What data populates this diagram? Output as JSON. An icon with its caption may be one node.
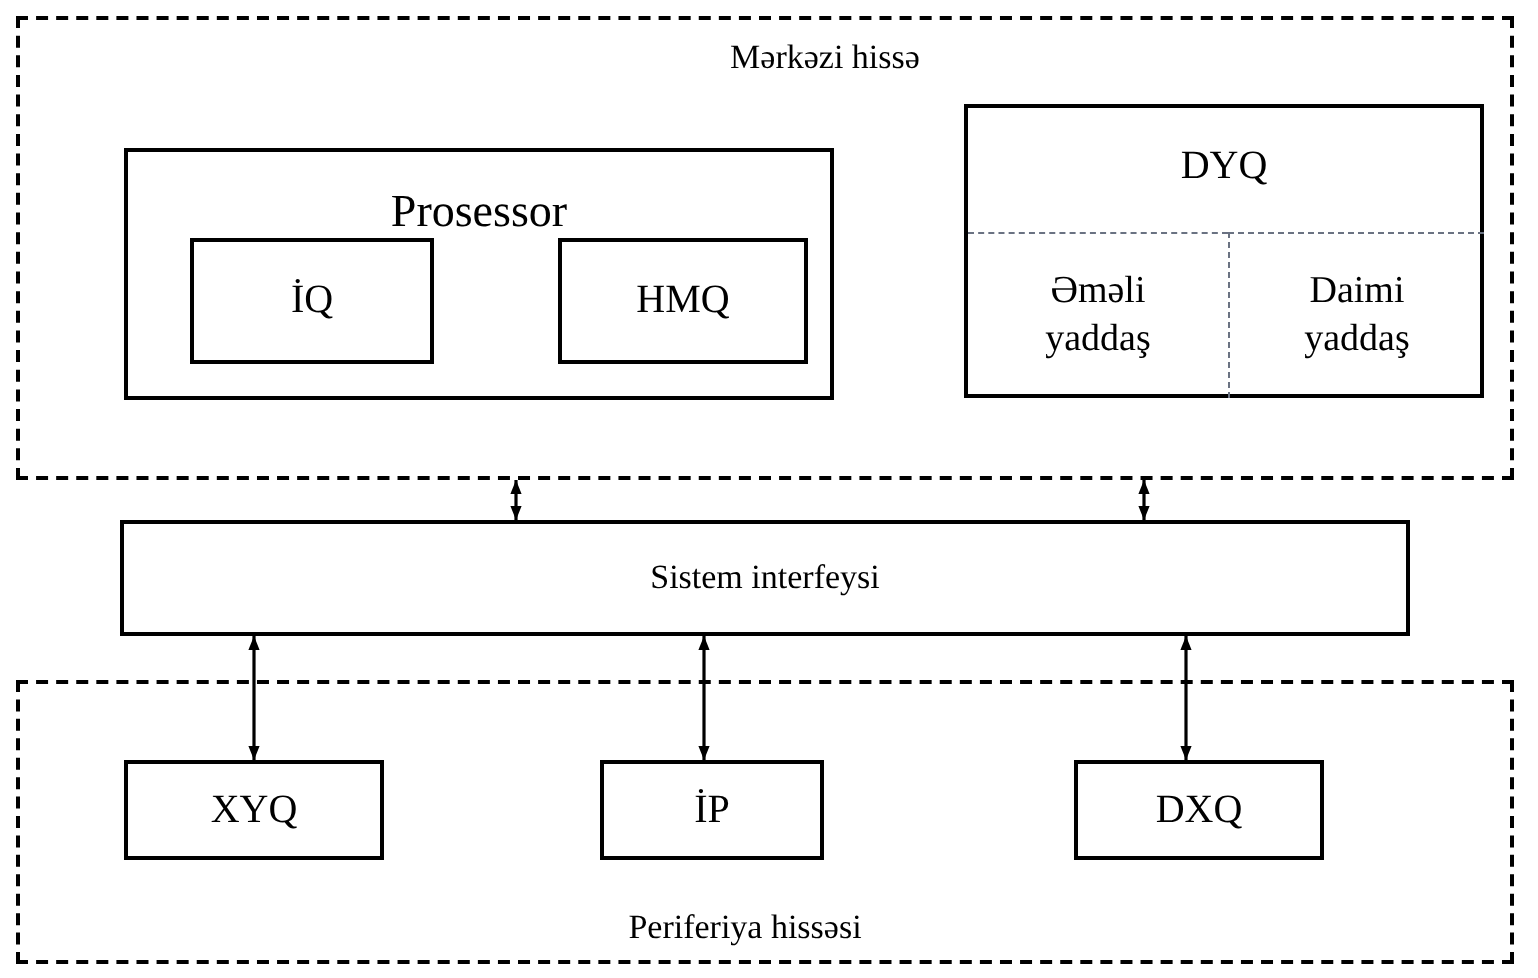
{
  "diagram": {
    "nodes": [
      {
        "text": [
          "Mərkəzi hissə"
        ]
      },
      {
        "text": [
          "Prosessor"
        ],
        "in": 0
      },
      {
        "text": [
          "İQ"
        ],
        "in": 1
      },
      {
        "text": [
          "HMQ"
        ],
        "in": 1
      },
      {
        "text": [
          "DYQ"
        ],
        "in": 0
      },
      {
        "text": [
          "Əməli yaddaş"
        ],
        "in": 4
      },
      {
        "text": [
          "Daimi yaddaş"
        ],
        "in": 4
      },
      {
        "text": [
          "Sistem interfeysi"
        ]
      },
      {
        "text": [
          "Periferiya hissəsi"
        ]
      },
      {
        "text": [
          "XYQ"
        ],
        "in": 8
      },
      {
        "text": [
          "İP"
        ],
        "in": 8
      },
      {
        "text": [
          "DXQ"
        ],
        "in": 8
      }
    ],
    "edges": [
      {
        "from": 0,
        "to": 7,
        "arrow": "both"
      },
      {
        "from": 0,
        "to": 7,
        "arrow": "both"
      },
      {
        "from": 7,
        "to": 9,
        "arrow": "both"
      },
      {
        "from": 7,
        "to": 10,
        "arrow": "both"
      },
      {
        "from": 7,
        "to": 11,
        "arrow": "both"
      }
    ]
  }
}
